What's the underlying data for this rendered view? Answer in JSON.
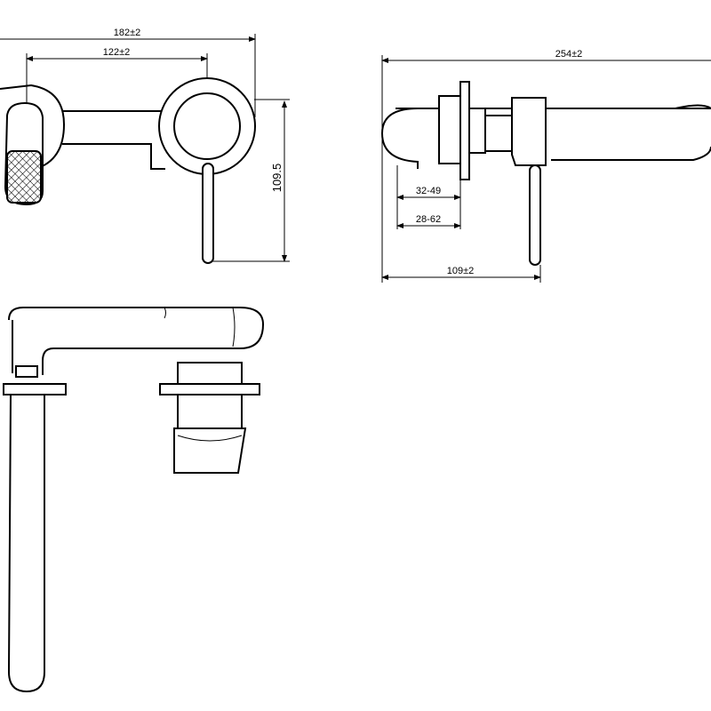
{
  "dimensions": {
    "overall_width": "182±2",
    "centers": "122±2",
    "height": "109.5",
    "spout_length": "254±2",
    "range_a": "32-49",
    "range_b": "28-62",
    "depth": "109±2"
  }
}
